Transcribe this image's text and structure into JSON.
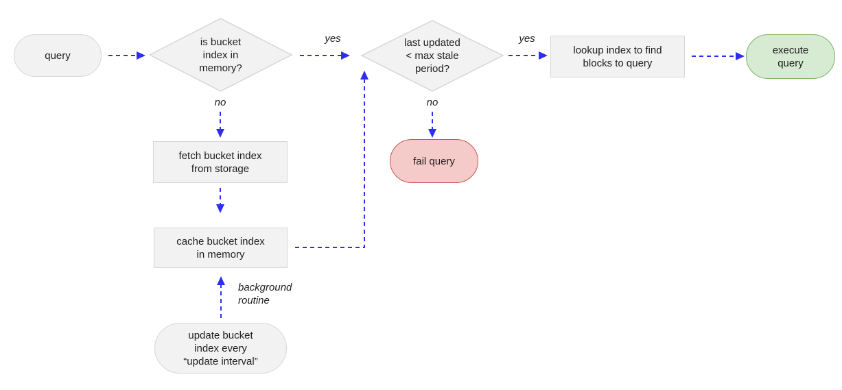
{
  "colors": {
    "arrow": "#2e2ef0",
    "node_fill": "#f2f2f2",
    "node_stroke": "#d6d6d6",
    "success_fill": "#d7ebd2",
    "success_stroke": "#7db368",
    "fail_fill": "#f5cbca",
    "fail_stroke": "#c65551",
    "text": "#1e1e1e"
  },
  "nodes": {
    "query": {
      "label": "query",
      "type": "terminator"
    },
    "memory_check": {
      "label": "is bucket\nindex in\nmemory?",
      "type": "decision"
    },
    "fetch_index": {
      "label": "fetch bucket index\nfrom storage",
      "type": "process"
    },
    "cache_index": {
      "label": "cache bucket index\nin memory",
      "type": "process"
    },
    "update_index": {
      "label": "update bucket\nindex every\n“update interval”",
      "type": "terminator"
    },
    "stale_check": {
      "label": "last updated\n< max stale\nperiod?",
      "type": "decision"
    },
    "fail_query": {
      "label": "fail query",
      "type": "terminator-fail"
    },
    "lookup_index": {
      "label": "lookup index to find\nblocks to query",
      "type": "process"
    },
    "execute_query": {
      "label": "execute\nquery",
      "type": "terminator-success"
    }
  },
  "edge_labels": {
    "memory_yes": "yes",
    "memory_no": "no",
    "stale_yes": "yes",
    "stale_no": "no",
    "background_routine": "background\nroutine"
  }
}
